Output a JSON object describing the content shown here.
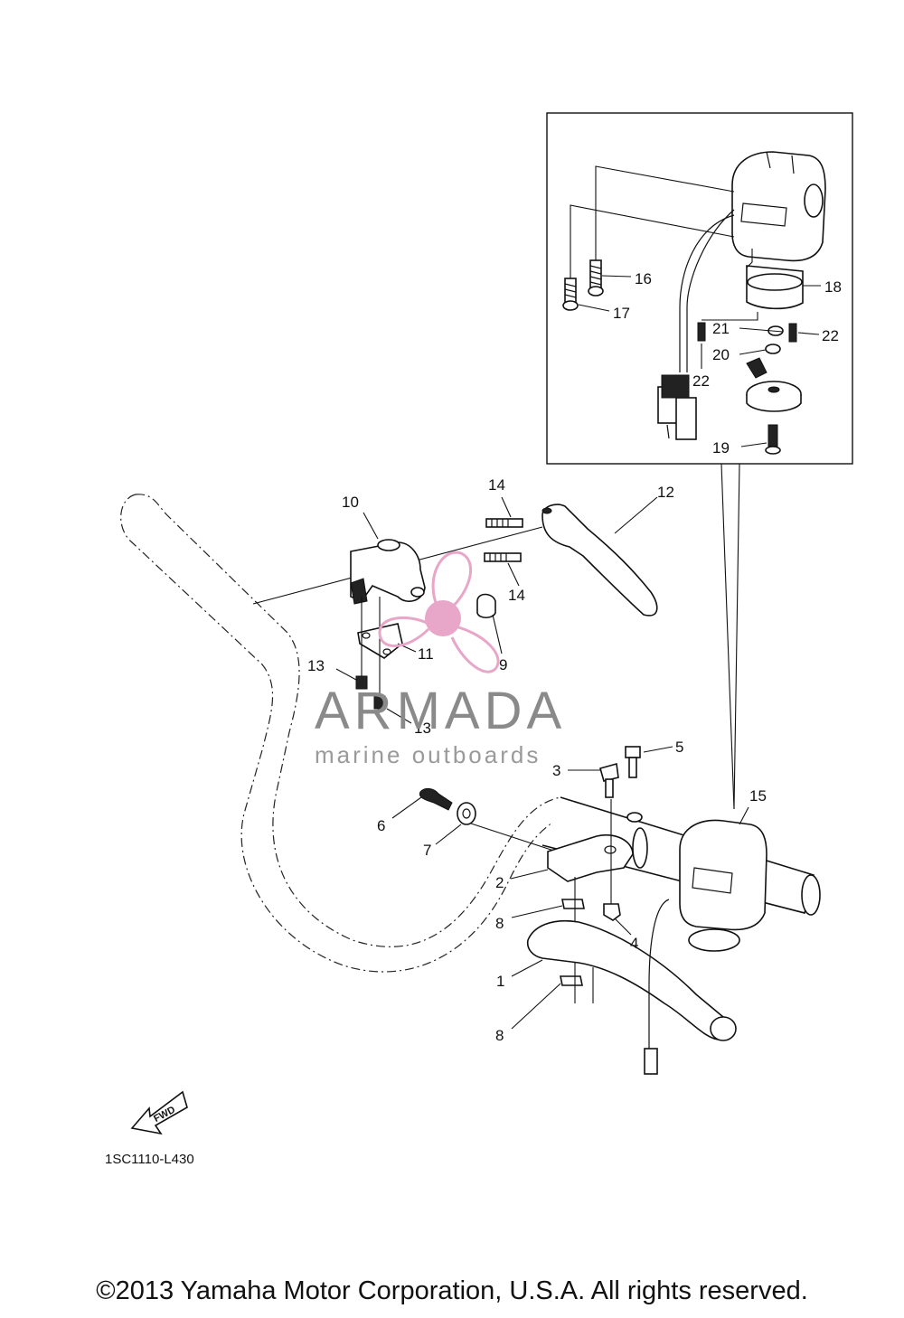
{
  "diagram": {
    "code": "1SC1110-L430",
    "fwd_label": "FWD",
    "copyright": "©2013 Yamaha Motor Corporation, U.S.A. All rights reserved.",
    "watermark": {
      "brand": "ARMADA",
      "tagline": "marine outboards",
      "color": "#e8a6c8"
    },
    "callouts": [
      "1",
      "2",
      "3",
      "4",
      "5",
      "6",
      "7",
      "8",
      "8",
      "9",
      "10",
      "11",
      "12",
      "13",
      "13",
      "14",
      "14",
      "15",
      "16",
      "17",
      "18",
      "19",
      "20",
      "21",
      "22",
      "22"
    ]
  }
}
